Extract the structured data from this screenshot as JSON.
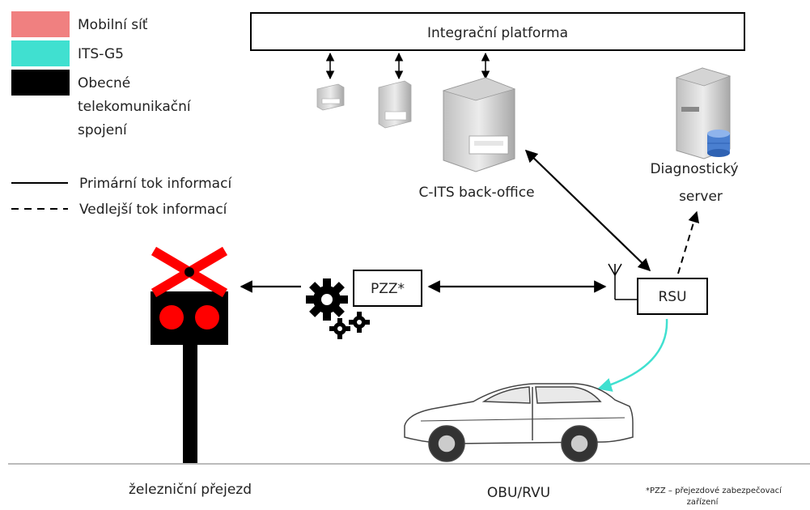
{
  "legend": {
    "mobile": {
      "label": "Mobilní síť",
      "color": "#f08080"
    },
    "itsg5": {
      "label": "ITS-G5",
      "color": "#40e0d0"
    },
    "telecom": {
      "label_lines": [
        "Obecné",
        "telekomunikační",
        "spojení"
      ],
      "color": "#000000"
    },
    "primary": "Primární tok informací",
    "secondary": "Vedlejší tok informací"
  },
  "platform": {
    "label": "Integrační platforma"
  },
  "backoffice": {
    "label": "C-ITS back-office"
  },
  "diagnostic": {
    "label_lines": [
      "Diagnostický",
      "server"
    ]
  },
  "pzz": {
    "label": "PZZ*"
  },
  "rsu": {
    "label": "RSU"
  },
  "crossing": {
    "label": "železniční přejezd"
  },
  "obu": {
    "label": "OBU/RVU"
  },
  "footnote": {
    "lines": [
      "*PZZ – přejezdové zabezpečovací",
      "zařízení"
    ]
  },
  "colors": {
    "signal_red": "#ff0000",
    "signal_body": "#000000",
    "itsg5_arrow": "#40e0d0",
    "server_gray": "#d9d9d9",
    "db_blue": "#4a7fd0"
  },
  "icons": [
    "server-icon",
    "database-icon",
    "gear-icon",
    "antenna-icon",
    "car-icon",
    "railway-signal-icon"
  ]
}
